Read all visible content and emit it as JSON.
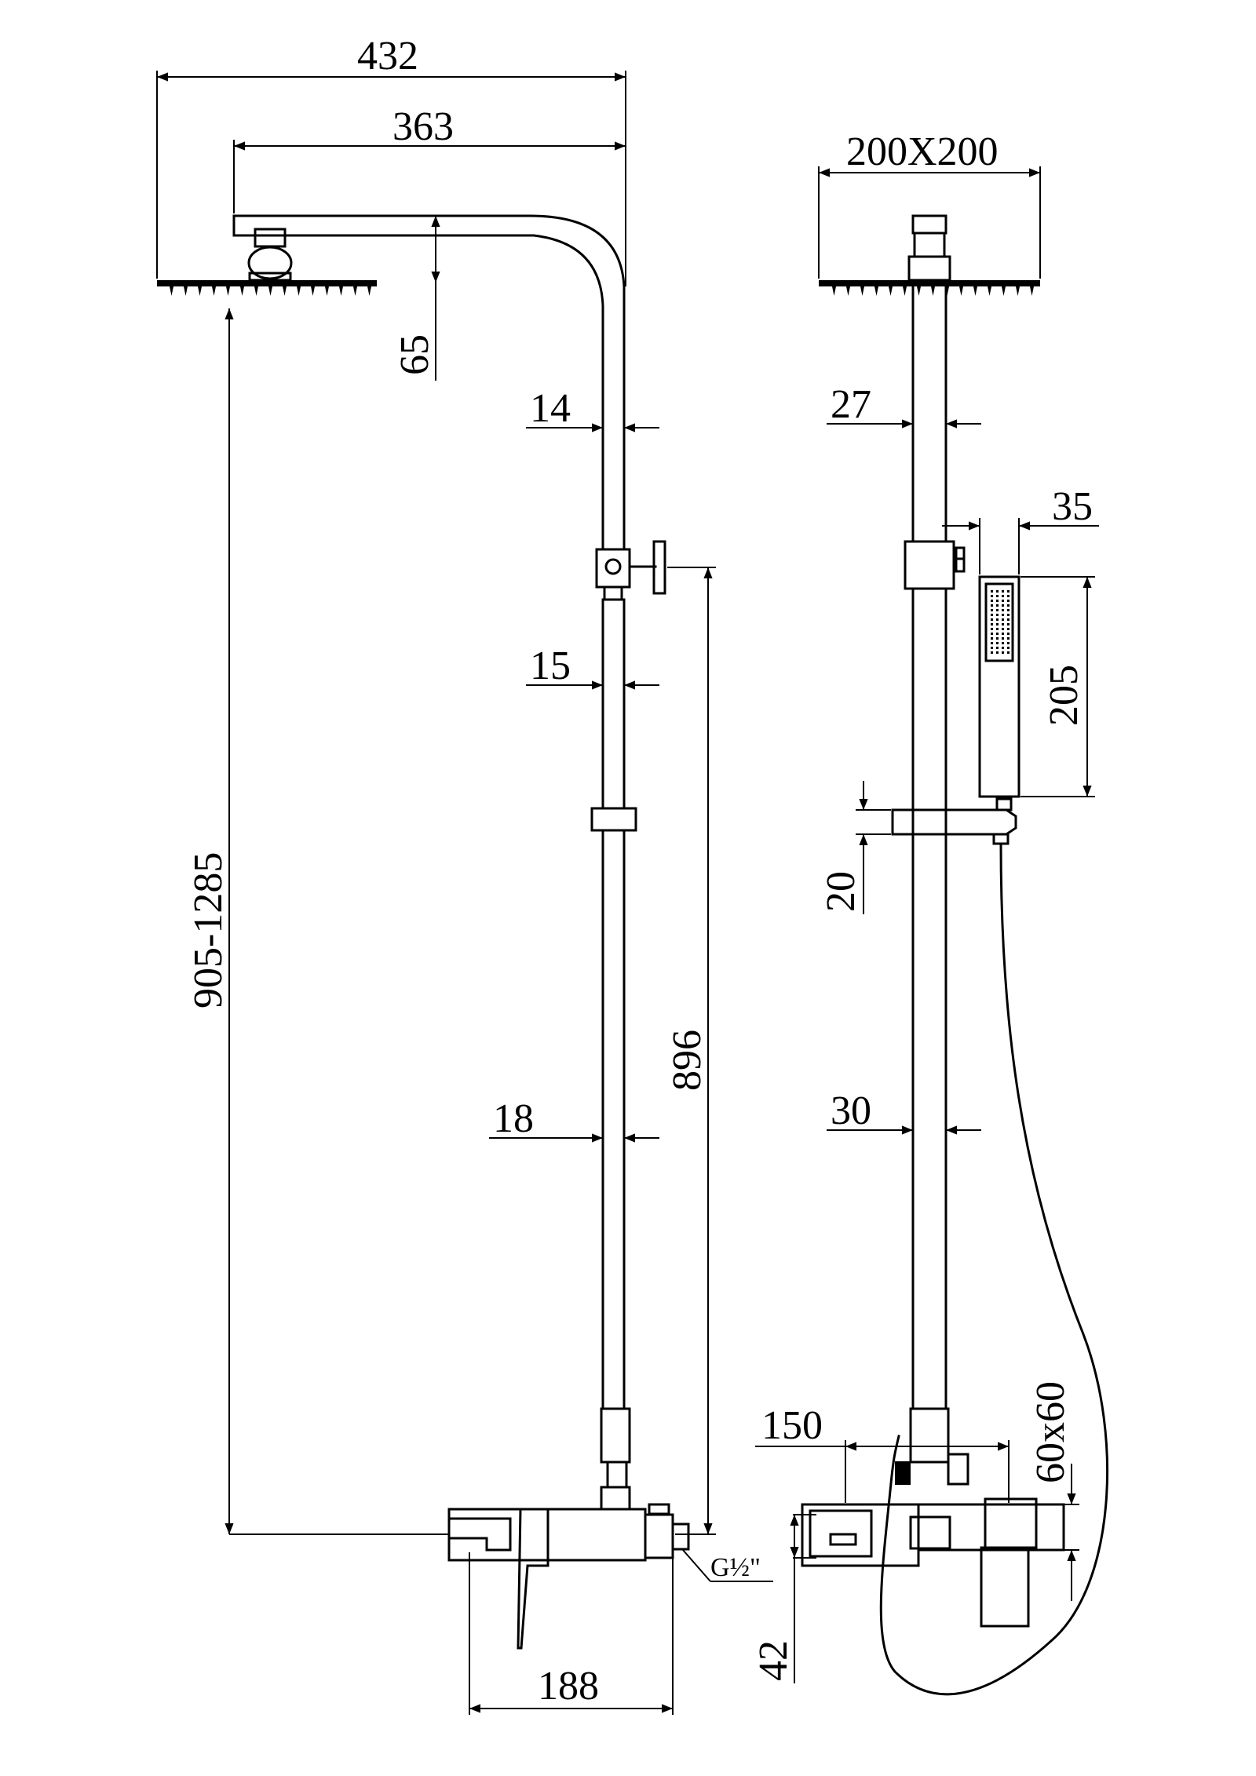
{
  "colors": {
    "line": "#000000",
    "background": "#ffffff"
  },
  "front_view": {
    "overall_width": "432",
    "arm_length": "363",
    "head_drop": "65",
    "upper_pipe_dia": "14",
    "sliding_bar_dia": "15",
    "lower_pipe_dia": "18",
    "height_range": "905-1285",
    "pipe_height": "896",
    "mixer_width": "188",
    "thread": "G½\""
  },
  "side_view": {
    "head_size": "200X200",
    "upper_pipe_dia": "27",
    "hand_shower_dia": "35",
    "hand_shower_length": "205",
    "holder_height": "20",
    "lower_pipe_dia": "30",
    "inlet_spacing": "150",
    "body_size": "60x60",
    "body_depth": "42"
  }
}
